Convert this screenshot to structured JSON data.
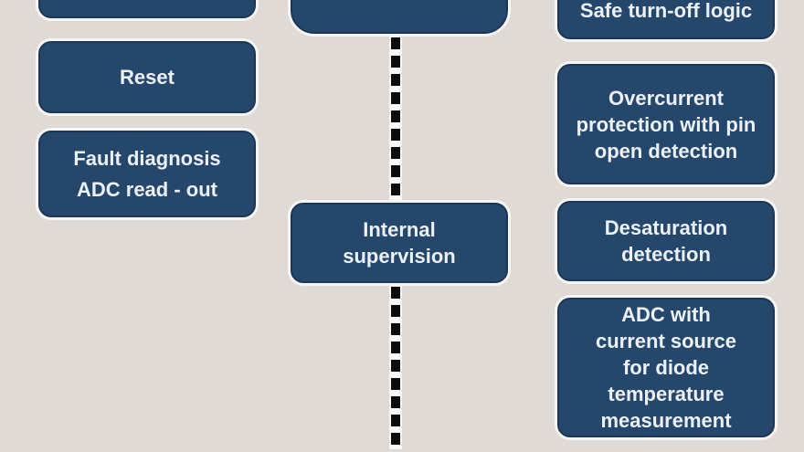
{
  "colors": {
    "background": "#E0DAD6",
    "node_fill": "#26476C",
    "node_border": "#1B3758",
    "node_halo": "#F7F5F3",
    "text": "#ECF1F7",
    "connector_dash": "#0C0C0C",
    "connector_casing": "#FAF8F6"
  },
  "connector": {
    "style": "dashed",
    "orientation": "vertical"
  },
  "nodes": {
    "top_left_partial": "",
    "reset": "Reset",
    "fault_diagnosis": [
      "Fault diagnosis",
      "ADC read - out"
    ],
    "center_top_partial": "",
    "internal_supervision": [
      "Internal",
      "supervision"
    ],
    "safe_turn_off": "Safe turn-off logic",
    "overcurrent": [
      "Overcurrent",
      "protection with pin",
      "open detection"
    ],
    "desaturation": [
      "Desaturation",
      "detection"
    ],
    "adc_temperature": [
      "ADC with",
      "current source",
      "for diode",
      "temperature",
      "measurement"
    ]
  }
}
